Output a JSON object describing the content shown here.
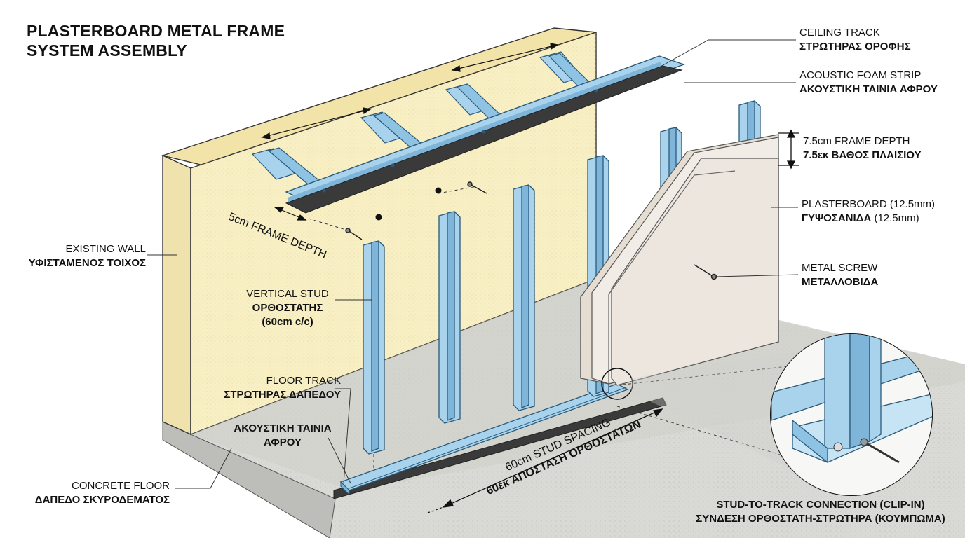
{
  "title": {
    "line1": "PLASTERBOARD METAL FRAME",
    "line2": "SYSTEM ASSEMBLY"
  },
  "labels": {
    "ceiling_track": {
      "en": "CEILING TRACK",
      "gr": "ΣΤΡΩΤΗΡΑΣ ΟΡΟΦΗΣ"
    },
    "acoustic_foam_strip": {
      "en": "ACOUSTIC FOAM STRIP",
      "gr": "ΑΚΟΥΣΤΙΚΗ ΤΑΙΝΙΑ ΑΦΡΟΥ"
    },
    "frame_depth_75": {
      "en": "7.5cm FRAME DEPTH",
      "gr": "7.5εκ ΒΑΘΟΣ ΠΛΑΙΣΙΟΥ"
    },
    "plasterboard": {
      "en": "PLASTERBOARD (12.5mm)",
      "gr": "ΓΥΨΟΣΑΝΙΔΑ",
      "gr_suffix": "(12.5mm)"
    },
    "metal_screw": {
      "en": "METAL SCREW",
      "gr": "ΜΕΤΑΛΛΟΒΙΔΑ"
    },
    "existing_wall": {
      "en": "EXISTING WALL",
      "gr": "ΥΦΙΣΤΑΜΕΝΟΣ ΤΟΙΧΟΣ"
    },
    "vertical_stud": {
      "en": "VERTICAL STUD",
      "gr": "ΟΡΘΟΣΤΑΤΗΣ",
      "spacing": "(60cm c/c)"
    },
    "floor_track": {
      "en": "FLOOR TRACK",
      "gr": "ΣΤΡΩΤΗΡΑΣ ΔΑΠΕΔΟΥ"
    },
    "acoustic_strip_floor": {
      "line1": "ΑΚΟΥΣΤΙΚΗ ΤΑΙΝΙΑ",
      "line2": "ΑΦΡΟΥ"
    },
    "concrete_floor": {
      "en": "CONCRETE FLOOR",
      "gr": "ΔΑΠΕΔΟ ΣΚΥΡΟΔΕΜΑΤΟΣ"
    },
    "frame_depth_5": "5cm FRAME DEPTH",
    "stud_spacing": {
      "en": "60cm STUD SPACING",
      "gr": "60εκ ΑΠΟΣΤΑΣΗ ΟΡΘΟΣΤΑΤΩΝ"
    },
    "connection": {
      "en": "STUD-TO-TRACK CONNECTION (CLIP-IN)",
      "gr": "ΣΥΝΔΕΣΗ ΟΡΘΟΣΤΑΤΗ-ΣΤΡΩΤΗΡΑ (ΚΟΥΜΠΩΜΑ)"
    }
  },
  "colors": {
    "wall": "#f8efc4",
    "wall_top": "#f2e3a8",
    "floor": "#d9d9d6",
    "floor_edge": "#bdbdb9",
    "steel": "#a9d3ec",
    "steel_dark": "#6fa7c9",
    "foam": "#3a3a3a",
    "board": "#f2ece6",
    "board_edge": "#e6ddd2"
  }
}
